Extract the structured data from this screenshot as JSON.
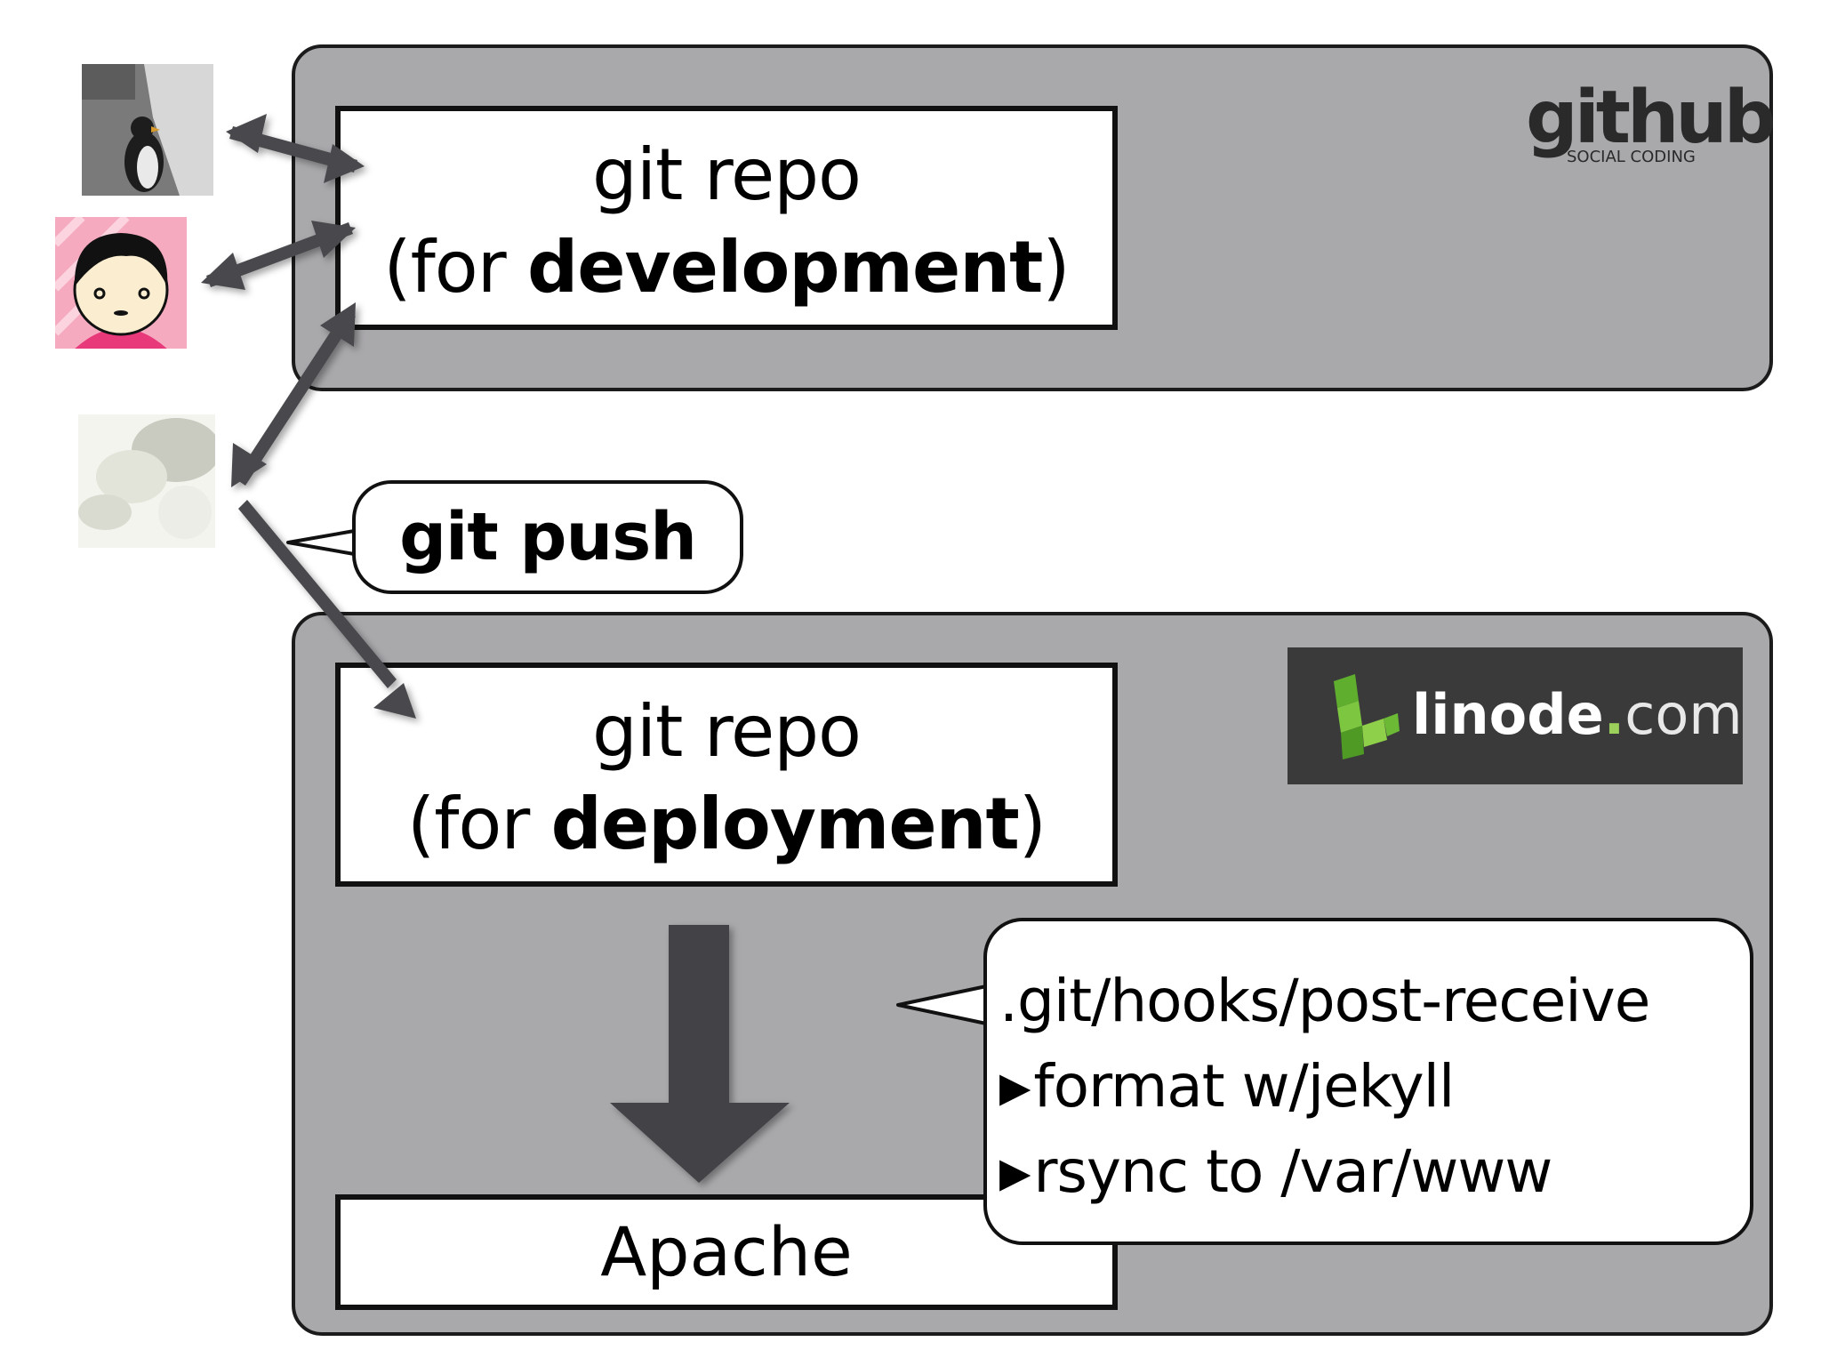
{
  "github": {
    "logo_word": "github",
    "logo_tagline": "SOCIAL CODING",
    "dev_repo": {
      "line1": "git repo",
      "line2_prefix": "(for ",
      "line2_bold": "development",
      "line2_suffix": ")"
    }
  },
  "linode": {
    "logo_name": "linode",
    "logo_dot": ".",
    "logo_tld": "com",
    "deploy_repo": {
      "line1": "git repo",
      "line2_prefix": "(for ",
      "line2_bold": "deployment",
      "line2_suffix": ")"
    },
    "apache_label": "Apache"
  },
  "callouts": {
    "push": "git push",
    "hook_title": ".git/hooks/post-receive",
    "hook_steps": [
      "format w/jekyll",
      "rsync to /var/www"
    ]
  },
  "colors": {
    "panel": "#a9a8ab",
    "arrow": "#4a494d",
    "linode_green": "#9bd15a",
    "linode_bg": "#3a3a3a"
  },
  "icons": {
    "bullet": "right-triangle-bullet",
    "avatar_1": "penguin-photo-avatar",
    "avatar_2": "cartoon-girl-avatar",
    "avatar_3": "blurred-photo-avatar",
    "linode_mark": "linode-stairs-icon"
  }
}
